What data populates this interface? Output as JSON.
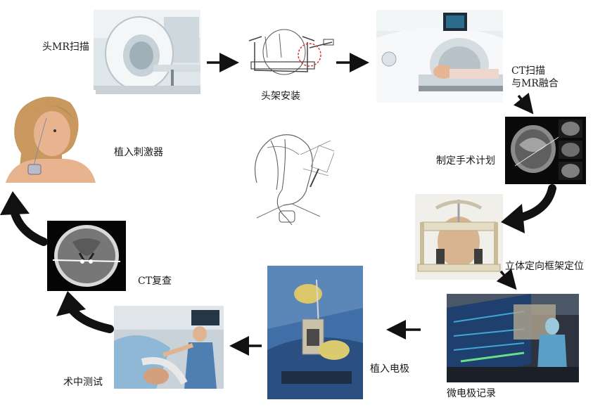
{
  "steps": {
    "mr_scan": "头MR扫描",
    "frame_install": "头架安装",
    "ct_scan_line1": "CT扫描",
    "ct_scan_line2": "与MR融合",
    "plan": "制定手术计划",
    "stereo": "立体定向框架定位",
    "mer": "微电极记录",
    "implant_electrode": "植入电极",
    "intraop_test": "术中测试",
    "ct_review": "CT复查",
    "implant_stimulator": "植入刺激器"
  },
  "flow_order": [
    "mr_scan",
    "frame_install",
    "ct_scan",
    "plan",
    "stereo",
    "mer",
    "implant_electrode",
    "intraop_test",
    "ct_review",
    "implant_stimulator"
  ],
  "colors": {
    "arrow": "#111111",
    "scanner_white": "#e9eef1",
    "scrubs_blue": "#5a86b8",
    "skin": "#e8b48f",
    "hair": "#c8985e"
  }
}
